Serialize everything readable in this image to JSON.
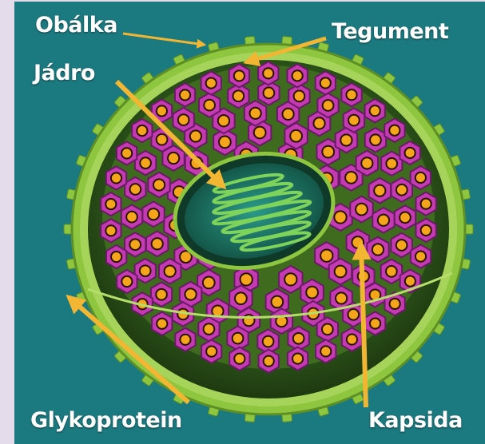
{
  "figure": {
    "labels": {
      "obalka": "Obálka",
      "tegument": "Tegument",
      "jadro": "Jádro",
      "glykoprotein": "Glykoprotein",
      "kapsida": "Kapsida"
    }
  },
  "colors": {
    "background": "#1b7a80",
    "envelope": "#8ec63f",
    "capsomere": "#c43ab2",
    "capsomere_center": "#f4a51c",
    "core": "#1f7a6d",
    "arrow": "#f2b633",
    "label_text": "#ffffff"
  }
}
